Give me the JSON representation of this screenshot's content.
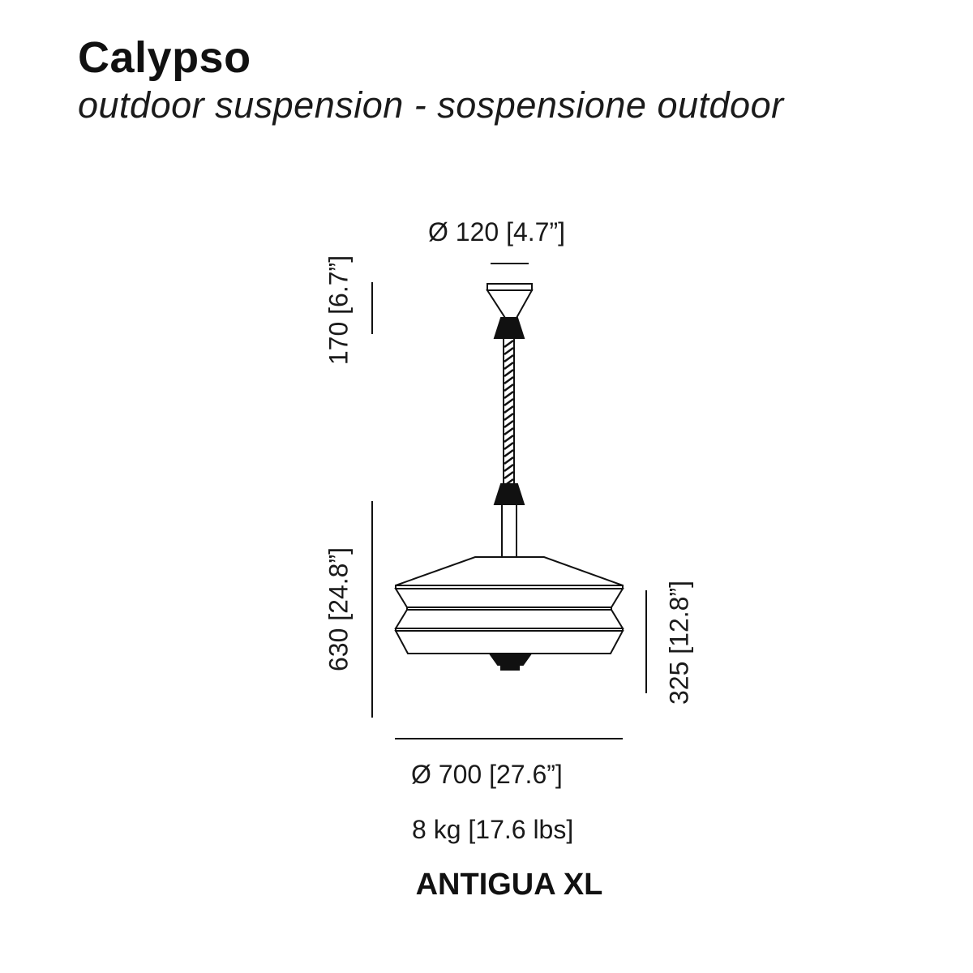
{
  "header": {
    "title": "Calypso",
    "subtitle": "outdoor suspension - sospensione outdoor"
  },
  "dimensions": {
    "canopy_diameter": "Ø 120 [4.7”]",
    "canopy_height": "170 [6.7”]",
    "body_height": "630 [24.8”]",
    "shade_height": "325 [12.8”]",
    "shade_diameter": "Ø 700 [27.6”]",
    "weight": "8 kg [17.6 lbs]"
  },
  "model": "ANTIGUA XL",
  "colors": {
    "line": "#111111",
    "background": "#ffffff"
  }
}
